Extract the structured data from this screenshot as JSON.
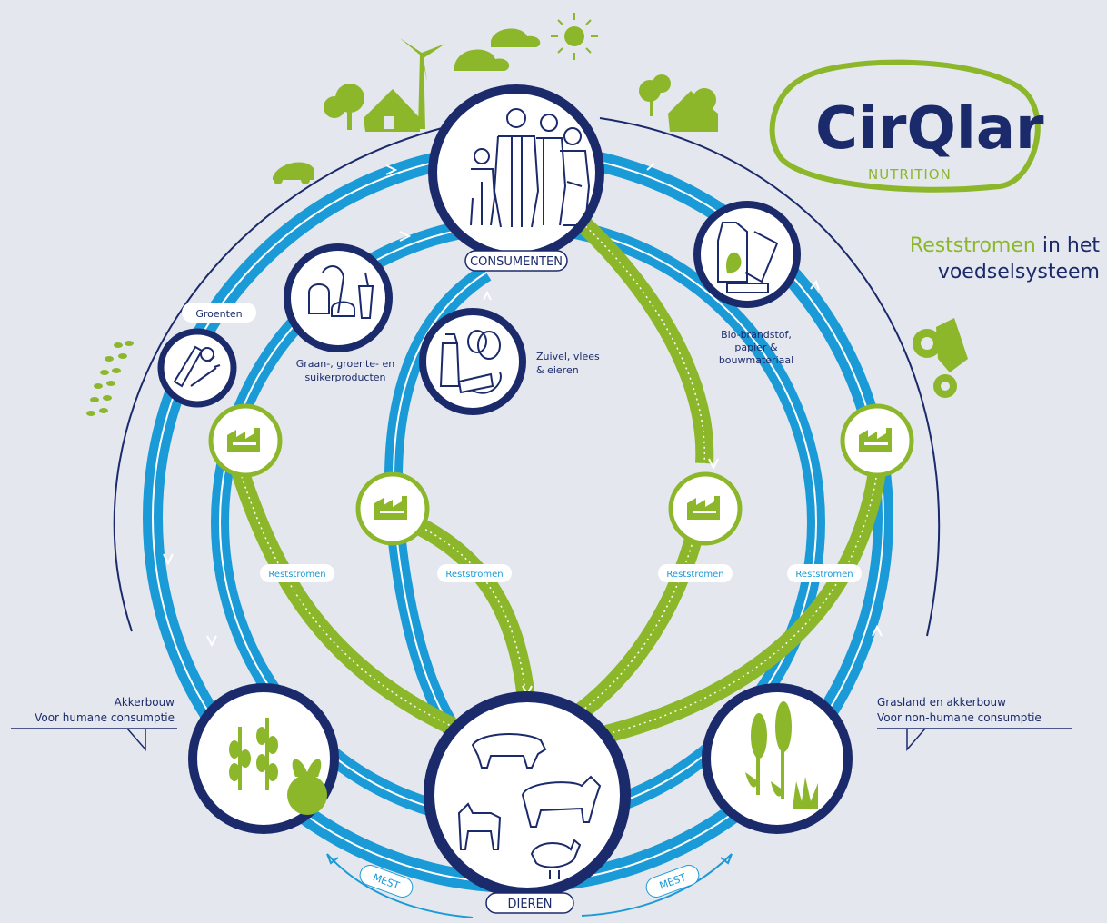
{
  "brand": {
    "logo_main": "CirQlar",
    "logo_sub": "NUTRITION",
    "tagline_highlight": "Reststromen",
    "tagline_rest1": " in het",
    "tagline_rest2": "voedselsysteem"
  },
  "nodes": {
    "consumers": "CONSUMENTEN",
    "animals": "DIEREN",
    "grain_products": "Graan-, groente- en suikerproducten",
    "vegetables": "Groenten",
    "dairy": "Zuivel, vlees & eieren",
    "biofuel": "Bio-brandstof, papier & bouwmateriaal"
  },
  "captions": {
    "arable_title": "Akkerbouw",
    "arable_sub": "Voor humane consumptie",
    "grassland_title": "Grasland en akkerbouw",
    "grassland_sub": "Voor non-humane consumptie"
  },
  "flow_labels": {
    "residual_1": "Reststromen",
    "residual_2": "Reststromen",
    "residual_3": "Reststromen",
    "residual_4": "Reststromen",
    "manure_left": "MEST",
    "manure_right": "MEST"
  },
  "colors": {
    "navy": "#1b2a6b",
    "blue": "#1a9ad6",
    "green": "#8cb72a",
    "background": "#e4e7ee"
  }
}
